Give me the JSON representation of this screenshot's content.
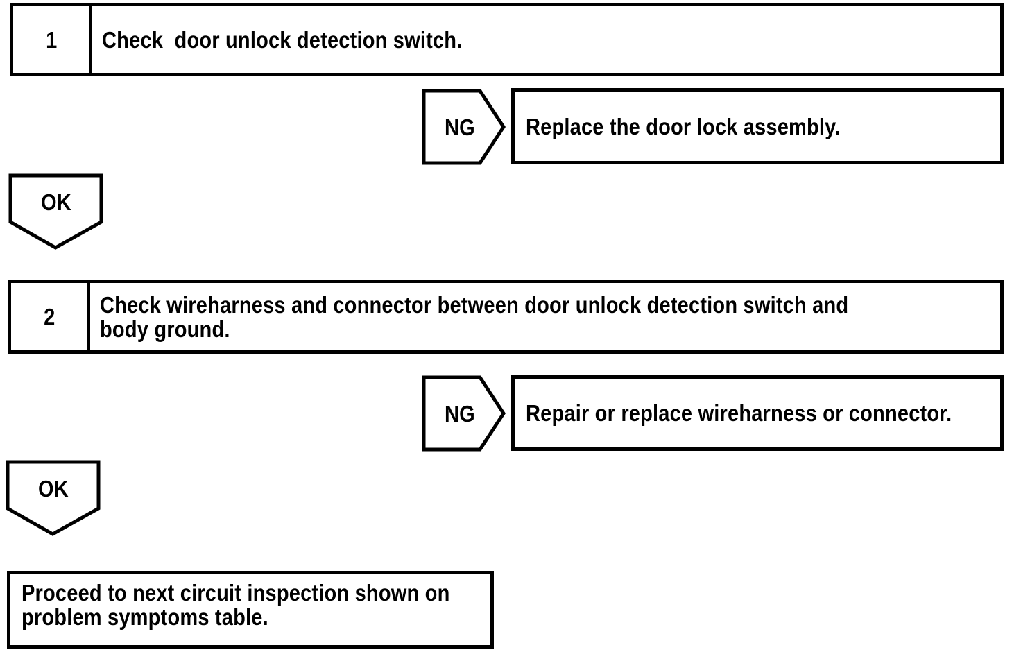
{
  "page": {
    "background": "#ffffff",
    "line_color": "#000000"
  },
  "flowchart": {
    "steps": [
      {
        "number": "1",
        "instruction_lines": [
          "Check  door unlock detection switch."
        ],
        "ng_label": "NG",
        "ng_result": "Replace the door lock assembly.",
        "ok_label": "OK"
      },
      {
        "number": "2",
        "instruction_lines": [
          "Check wireharness and connector between door unlock detection switch and",
          "body ground."
        ],
        "ng_label": "NG",
        "ng_result": "Repair or replace wireharness or connector.",
        "ok_label": "OK"
      }
    ],
    "final_lines": [
      "Proceed to next circuit inspection shown on",
      "problem symptoms table."
    ]
  }
}
